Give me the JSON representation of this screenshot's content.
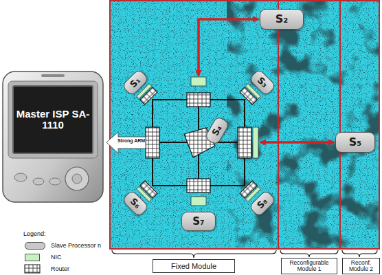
{
  "diagram": {
    "nodes": [
      {
        "text": [
          "S₂"
        ]
      },
      {
        "text": [
          "S₁"
        ]
      },
      {
        "text": [
          "S₃"
        ]
      },
      {
        "text": [
          "Master ISP SA-1110"
        ]
      },
      {
        "text": [
          "S₄"
        ]
      },
      {
        "text": [
          "S₅"
        ]
      },
      {
        "text": [
          "S₆"
        ]
      },
      {
        "text": [
          "S₈"
        ]
      },
      {
        "text": [
          "S₇"
        ]
      },
      {
        "text": [
          "Fixed Module"
        ]
      },
      {
        "text": [
          "Reconfigurable Module 1"
        ]
      },
      {
        "text": [
          "Reconf. Module 2"
        ]
      }
    ],
    "labels": [
      "Strong ARM",
      "Legend:"
    ],
    "legend": [
      {
        "text": "Slave Processor n",
        "color": "#c8c8c8"
      },
      {
        "text": "NIC",
        "color": "#c6f2c0"
      },
      {
        "text": "Router"
      }
    ]
  }
}
